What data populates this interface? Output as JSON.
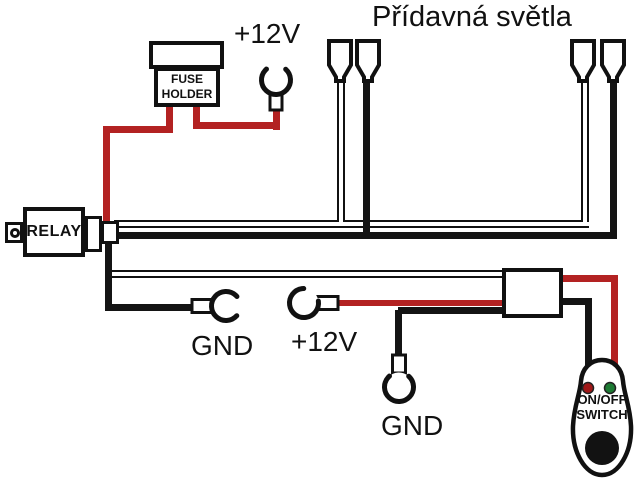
{
  "title": "Přídavná světla",
  "colors": {
    "wire_red": "#b32222",
    "wire_black": "#141414",
    "outline": "#111111",
    "led_red": "#a01818",
    "led_green": "#1d7a33"
  },
  "fuse_holder": {
    "line1": "FUSE",
    "line2": "HOLDER"
  },
  "relay": {
    "label": "RELAY"
  },
  "switch": {
    "line1": "ON/OFF",
    "line2": "SWITCH"
  },
  "terminals": {
    "top_power_label": "+12V",
    "mid_ground_label": "GND",
    "mid_power_label": "+12V",
    "bottom_ground_label": "GND"
  }
}
